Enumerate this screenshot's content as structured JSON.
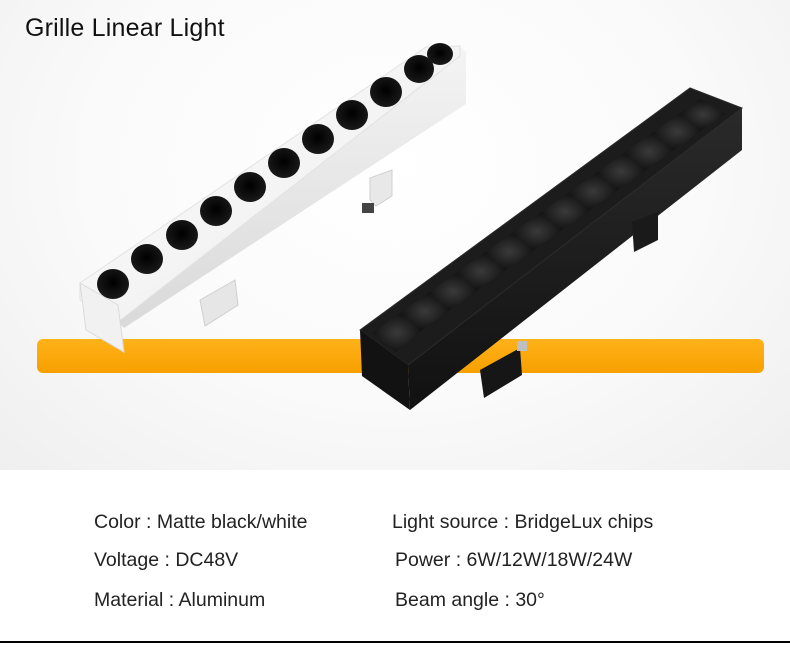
{
  "title": "Grille Linear Light",
  "accent_color": "#f7a000",
  "specs": {
    "color": "Color : Matte black/white",
    "voltage": "Voltage : DC48V",
    "material": "Material : Aluminum",
    "light_source": "Light source : BridgeLux chips",
    "power": "Power : 6W/12W/18W/24W",
    "beam_angle": "Beam angle : 30°"
  }
}
